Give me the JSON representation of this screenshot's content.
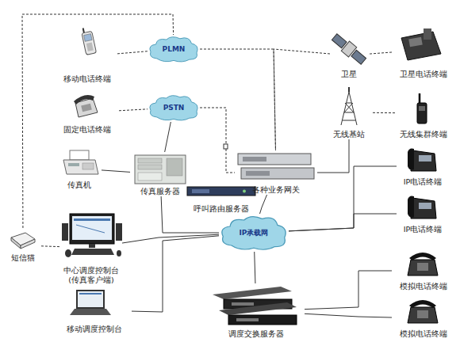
{
  "diagram": {
    "nodes": [
      {
        "text": [
          "移动电话终端"
        ]
      },
      {
        "text": [
          "PLMN"
        ]
      },
      {
        "text": [
          "固定电话终端"
        ]
      },
      {
        "text": [
          "PSTN"
        ]
      },
      {
        "text": [
          "传真机"
        ]
      },
      {
        "text": [
          "传真服务器"
        ]
      },
      {
        "text": [
          "呼叫路由服务器"
        ]
      },
      {
        "text": [
          "各种业务网关"
        ]
      },
      {
        "text": [
          "卫星"
        ]
      },
      {
        "text": [
          "卫星电话终端"
        ]
      },
      {
        "text": [
          "无线基站"
        ]
      },
      {
        "text": [
          "无线集群终端"
        ]
      },
      {
        "text": [
          "IP电话终端"
        ]
      },
      {
        "text": [
          "IP电话终端"
        ]
      },
      {
        "text": [
          "IP承载网"
        ]
      },
      {
        "text": [
          "短信猫"
        ]
      },
      {
        "text": [
          "中心调度控制台 (传真客户端)"
        ]
      },
      {
        "text": [
          "移动调度控制台"
        ]
      },
      {
        "text": [
          "调度交换服务器"
        ]
      },
      {
        "text": [
          "模拟电话终端"
        ]
      },
      {
        "text": [
          "模拟电话终端"
        ]
      }
    ],
    "edges": [
      {
        "from": 15,
        "to": 1,
        "arrow": "none"
      },
      {
        "from": 0,
        "to": 1,
        "arrow": "none"
      },
      {
        "from": 1,
        "to": 7,
        "arrow": "none"
      },
      {
        "from": 8,
        "to": 7,
        "arrow": "none"
      },
      {
        "from": 9,
        "to": 8,
        "arrow": "none"
      },
      {
        "from": 2,
        "to": 3,
        "arrow": "none"
      },
      {
        "from": 3,
        "to": 5,
        "arrow": "none"
      },
      {
        "from": 4,
        "to": 5,
        "arrow": "none"
      },
      {
        "from": 3,
        "to": 7,
        "arrow": "none"
      },
      {
        "from": 10,
        "to": 7,
        "arrow": "none"
      },
      {
        "from": 11,
        "to": 10,
        "arrow": "none"
      },
      {
        "from": 12,
        "to": 14,
        "arrow": "none"
      },
      {
        "from": 13,
        "to": 14,
        "arrow": "none"
      },
      {
        "from": 5,
        "to": 14,
        "arrow": "none"
      },
      {
        "from": 6,
        "to": 14,
        "arrow": "none"
      },
      {
        "from": 7,
        "to": 14,
        "arrow": "none"
      },
      {
        "from": 15,
        "to": 16,
        "arrow": "none"
      },
      {
        "from": 16,
        "to": 14,
        "arrow": "none"
      },
      {
        "from": 17,
        "to": 14,
        "arrow": "none"
      },
      {
        "from": 18,
        "to": 14,
        "arrow": "none"
      },
      {
        "from": 19,
        "to": 18,
        "arrow": "none"
      },
      {
        "from": 20,
        "to": 18,
        "arrow": "none"
      }
    ]
  }
}
